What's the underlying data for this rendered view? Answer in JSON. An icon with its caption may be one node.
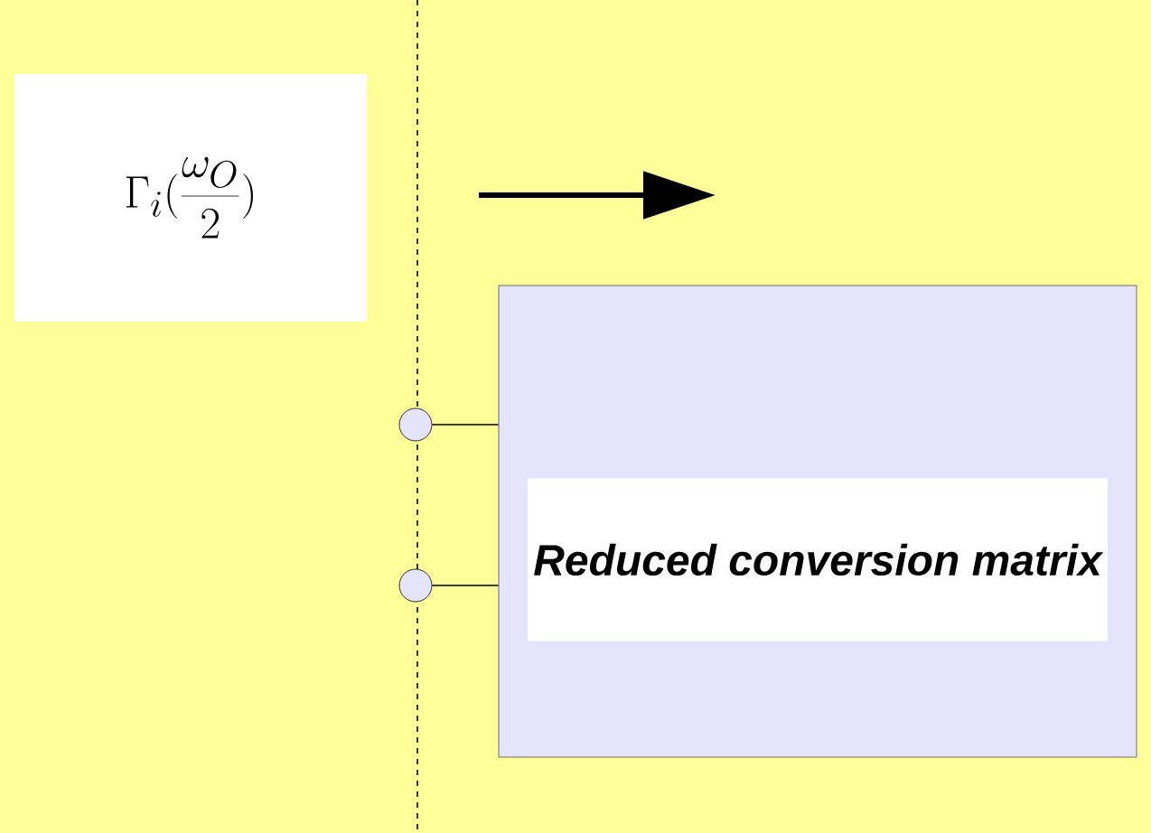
{
  "diagram": {
    "nodes": [
      {
        "text": [
          "\\Gamma_{i}(\\frac{\\omega_{O}}{2})"
        ]
      },
      {
        "text": [
          "Reduced conversion matrix"
        ]
      },
      {
        "text": [],
        "shape": "circle"
      },
      {
        "text": [],
        "shape": "circle"
      }
    ],
    "edges": [
      {
        "from": 2,
        "to": 1,
        "arrow": "none"
      },
      {
        "from": 3,
        "to": 1,
        "arrow": "none"
      }
    ]
  }
}
